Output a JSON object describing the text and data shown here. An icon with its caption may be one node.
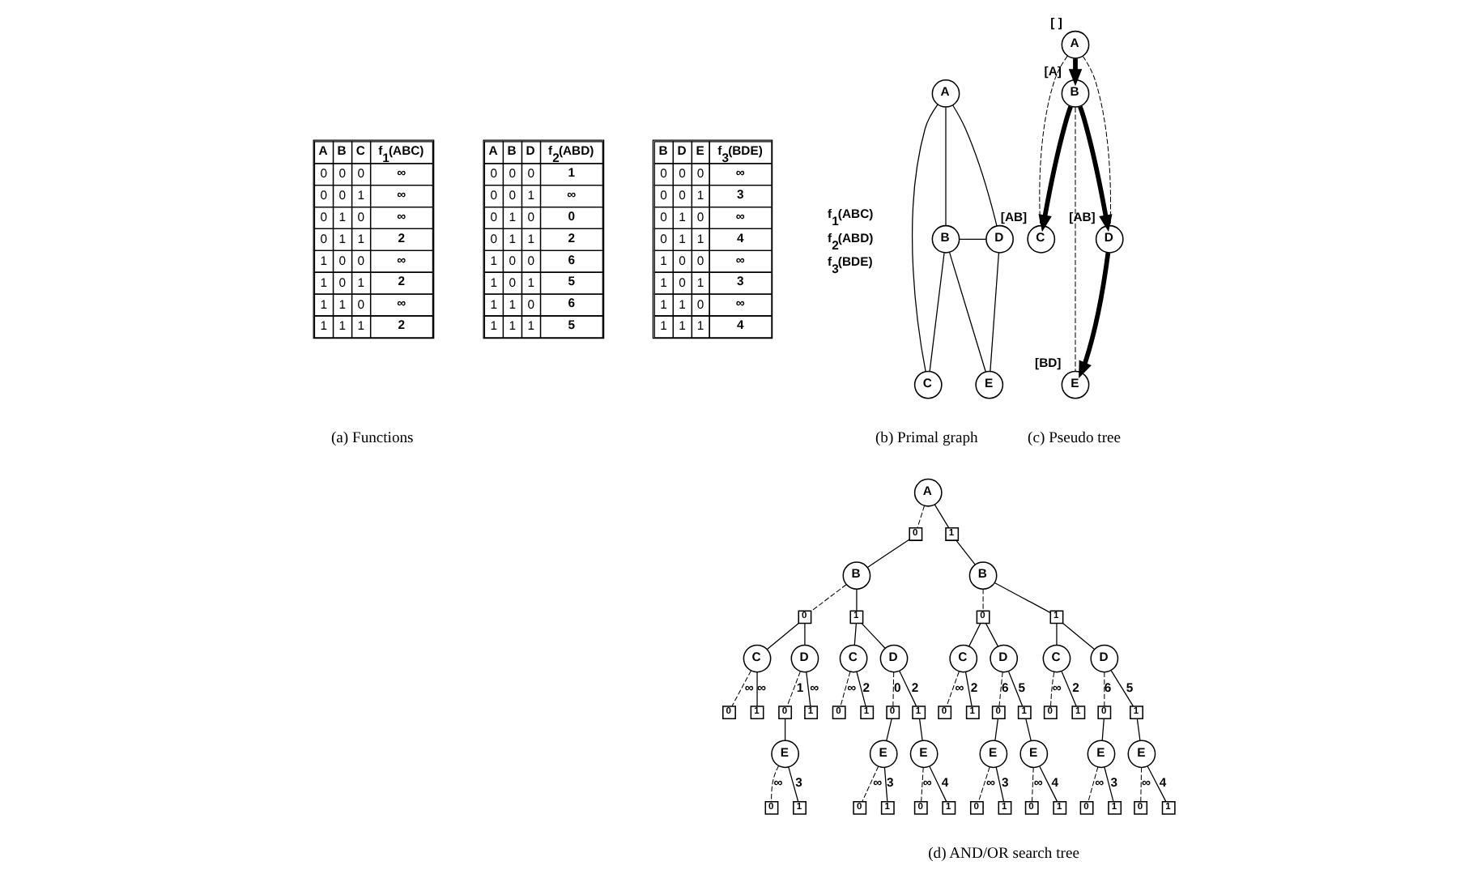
{
  "diagram": {
    "nodes": [
      {
        "text": [
          "A"
        ]
      },
      {
        "text": [
          "B"
        ]
      },
      {
        "text": [
          "D"
        ]
      },
      {
        "text": [
          "C"
        ]
      },
      {
        "text": [
          "E"
        ]
      },
      {
        "text": [
          "A"
        ],
        "beside": [
          "[ ]"
        ]
      },
      {
        "text": [
          "B"
        ],
        "beside": [
          "[A]"
        ]
      },
      {
        "text": [
          "C"
        ],
        "beside": [
          "[AB]"
        ]
      },
      {
        "text": [
          "D"
        ],
        "beside": [
          "[AB]"
        ]
      },
      {
        "text": [
          "E"
        ],
        "beside": [
          "[BD]"
        ]
      },
      {
        "text": [
          "A"
        ]
      },
      {
        "text": [
          "0"
        ]
      },
      {
        "text": [
          "1"
        ]
      },
      {
        "text": [
          "B"
        ]
      },
      {
        "text": [
          "0"
        ]
      },
      {
        "text": [
          "1"
        ]
      },
      {
        "text": [
          "C"
        ]
      },
      {
        "text": [
          "D"
        ]
      },
      {
        "text": [
          "0"
        ]
      },
      {
        "text": [
          "1"
        ]
      },
      {
        "text": [
          "0"
        ]
      },
      {
        "text": [
          "1"
        ]
      },
      {
        "text": [
          "E"
        ]
      },
      {
        "text": [
          "0"
        ]
      },
      {
        "text": [
          "1"
        ]
      },
      {
        "text": [
          "C"
        ]
      },
      {
        "text": [
          "D"
        ]
      },
      {
        "text": [
          "0"
        ]
      },
      {
        "text": [
          "1"
        ]
      },
      {
        "text": [
          "0"
        ]
      },
      {
        "text": [
          "1"
        ]
      },
      {
        "text": [
          "E"
        ]
      },
      {
        "text": [
          "0"
        ]
      },
      {
        "text": [
          "1"
        ]
      },
      {
        "text": [
          "E"
        ]
      },
      {
        "text": [
          "0"
        ]
      },
      {
        "text": [
          "1"
        ]
      },
      {
        "text": [
          "B"
        ]
      },
      {
        "text": [
          "0"
        ]
      },
      {
        "text": [
          "1"
        ]
      },
      {
        "text": [
          "C"
        ]
      },
      {
        "text": [
          "D"
        ]
      },
      {
        "text": [
          "0"
        ]
      },
      {
        "text": [
          "1"
        ]
      },
      {
        "text": [
          "0"
        ]
      },
      {
        "text": [
          "1"
        ]
      },
      {
        "text": [
          "E"
        ]
      },
      {
        "text": [
          "0"
        ]
      },
      {
        "text": [
          "1"
        ]
      },
      {
        "text": [
          "E"
        ]
      },
      {
        "text": [
          "0"
        ]
      },
      {
        "text": [
          "1"
        ]
      },
      {
        "text": [
          "C"
        ]
      },
      {
        "text": [
          "D"
        ]
      },
      {
        "text": [
          "0"
        ]
      },
      {
        "text": [
          "1"
        ]
      },
      {
        "text": [
          "0"
        ]
      },
      {
        "text": [
          "1"
        ]
      },
      {
        "text": [
          "E"
        ]
      },
      {
        "text": [
          "0"
        ]
      },
      {
        "text": [
          "1"
        ]
      },
      {
        "text": [
          "E"
        ]
      },
      {
        "text": [
          "0"
        ]
      },
      {
        "text": [
          "1"
        ]
      }
    ],
    "edges": [
      {
        "from": 0,
        "to": 1,
        "arrow": "none"
      },
      {
        "from": 0,
        "to": 3,
        "arrow": "none"
      },
      {
        "from": 0,
        "to": 2,
        "arrow": "none"
      },
      {
        "from": 1,
        "to": 2,
        "arrow": "none"
      },
      {
        "from": 1,
        "to": 3,
        "arrow": "none"
      },
      {
        "from": 1,
        "to": 4,
        "arrow": "none"
      },
      {
        "from": 2,
        "to": 4,
        "arrow": "none"
      },
      {
        "from": 5,
        "to": 6,
        "arrow": "to",
        "style": "thick"
      },
      {
        "from": 6,
        "to": 7,
        "arrow": "to",
        "style": "thick"
      },
      {
        "from": 6,
        "to": 8,
        "arrow": "to",
        "style": "thick"
      },
      {
        "from": 8,
        "to": 9,
        "arrow": "to",
        "style": "thick"
      },
      {
        "from": 5,
        "to": 7,
        "arrow": "none",
        "style": "dashed"
      },
      {
        "from": 5,
        "to": 8,
        "arrow": "none",
        "style": "dashed"
      },
      {
        "from": 6,
        "to": 9,
        "arrow": "none",
        "style": "dashed"
      },
      {
        "from": 10,
        "to": 11,
        "arrow": "none",
        "style": "dashed"
      },
      {
        "from": 10,
        "to": 12,
        "arrow": "none"
      },
      {
        "from": 11,
        "to": 13,
        "arrow": "none"
      },
      {
        "from": 13,
        "to": 14,
        "arrow": "none",
        "style": "dashed"
      },
      {
        "from": 13,
        "to": 15,
        "arrow": "none"
      },
      {
        "from": 14,
        "to": 16,
        "arrow": "none"
      },
      {
        "from": 14,
        "to": 17,
        "arrow": "none"
      },
      {
        "from": 16,
        "to": 18,
        "label": "∞",
        "arrow": "none",
        "style": "dashed"
      },
      {
        "from": 16,
        "to": 19,
        "label": "∞",
        "arrow": "none"
      },
      {
        "from": 17,
        "to": 20,
        "label": "1",
        "arrow": "none",
        "style": "dashed"
      },
      {
        "from": 17,
        "to": 21,
        "label": "∞",
        "arrow": "none"
      },
      {
        "from": 20,
        "to": 22,
        "arrow": "none"
      },
      {
        "from": 22,
        "to": 23,
        "label": "∞",
        "arrow": "none",
        "style": "dashed"
      },
      {
        "from": 22,
        "to": 24,
        "label": "3",
        "arrow": "none"
      },
      {
        "from": 15,
        "to": 25,
        "arrow": "none"
      },
      {
        "from": 15,
        "to": 26,
        "arrow": "none"
      },
      {
        "from": 25,
        "to": 27,
        "label": "∞",
        "arrow": "none",
        "style": "dashed"
      },
      {
        "from": 25,
        "to": 28,
        "label": "2",
        "arrow": "none"
      },
      {
        "from": 26,
        "to": 29,
        "label": "0",
        "arrow": "none",
        "style": "dashed"
      },
      {
        "from": 26,
        "to": 30,
        "label": "2",
        "arrow": "none"
      },
      {
        "from": 29,
        "to": 31,
        "arrow": "none"
      },
      {
        "from": 31,
        "to": 32,
        "label": "∞",
        "arrow": "none",
        "style": "dashed"
      },
      {
        "from": 31,
        "to": 33,
        "label": "3",
        "arrow": "none"
      },
      {
        "from": 30,
        "to": 34,
        "arrow": "none"
      },
      {
        "from": 34,
        "to": 35,
        "label": "∞",
        "arrow": "none",
        "style": "dashed"
      },
      {
        "from": 34,
        "to": 36,
        "label": "4",
        "arrow": "none"
      },
      {
        "from": 12,
        "to": 37,
        "arrow": "none"
      },
      {
        "from": 37,
        "to": 38,
        "arrow": "none",
        "style": "dashed"
      },
      {
        "from": 37,
        "to": 39,
        "arrow": "none"
      },
      {
        "from": 38,
        "to": 40,
        "arrow": "none"
      },
      {
        "from": 38,
        "to": 41,
        "arrow": "none"
      },
      {
        "from": 40,
        "to": 42,
        "label": "∞",
        "arrow": "none",
        "style": "dashed"
      },
      {
        "from": 40,
        "to": 43,
        "label": "2",
        "arrow": "none"
      },
      {
        "from": 41,
        "to": 44,
        "label": "6",
        "arrow": "none",
        "style": "dashed"
      },
      {
        "from": 41,
        "to": 45,
        "label": "5",
        "arrow": "none"
      },
      {
        "from": 44,
        "to": 46,
        "arrow": "none"
      },
      {
        "from": 46,
        "to": 47,
        "label": "∞",
        "arrow": "none",
        "style": "dashed"
      },
      {
        "from": 46,
        "to": 48,
        "label": "3",
        "arrow": "none"
      },
      {
        "from": 45,
        "to": 49,
        "arrow": "none"
      },
      {
        "from": 49,
        "to": 50,
        "label": "∞",
        "arrow": "none",
        "style": "dashed"
      },
      {
        "from": 49,
        "to": 51,
        "label": "4",
        "arrow": "none"
      },
      {
        "from": 39,
        "to": 52,
        "arrow": "none"
      },
      {
        "from": 39,
        "to": 53,
        "arrow": "none"
      },
      {
        "from": 52,
        "to": 54,
        "label": "∞",
        "arrow": "none",
        "style": "dashed"
      },
      {
        "from": 52,
        "to": 55,
        "label": "2",
        "arrow": "none"
      },
      {
        "from": 53,
        "to": 56,
        "label": "6",
        "arrow": "none",
        "style": "dashed"
      },
      {
        "from": 53,
        "to": 57,
        "label": "5",
        "arrow": "none"
      },
      {
        "from": 56,
        "to": 58,
        "arrow": "none"
      },
      {
        "from": 58,
        "to": 59,
        "label": "∞",
        "arrow": "none",
        "style": "dashed"
      },
      {
        "from": 58,
        "to": 60,
        "label": "3",
        "arrow": "none"
      },
      {
        "from": 57,
        "to": 61,
        "arrow": "none"
      },
      {
        "from": 61,
        "to": 62,
        "label": "∞",
        "arrow": "none",
        "style": "dashed"
      },
      {
        "from": 61,
        "to": 63,
        "label": "4",
        "arrow": "none"
      }
    ],
    "labels": [
      "A",
      "B",
      "C",
      "f$_{1}$(ABC)",
      "0",
      "0",
      "0",
      "∞",
      "0",
      "0",
      "1",
      "∞",
      "0",
      "1",
      "0",
      "∞",
      "0",
      "1",
      "1",
      "2",
      "1",
      "0",
      "0",
      "∞",
      "1",
      "0",
      "1",
      "2",
      "1",
      "1",
      "0",
      "∞",
      "1",
      "1",
      "1",
      "2",
      "A",
      "B",
      "D",
      "f$_{2}$(ABD)",
      "0",
      "0",
      "0",
      "1",
      "0",
      "0",
      "1",
      "∞",
      "0",
      "1",
      "0",
      "0",
      "0",
      "1",
      "1",
      "2",
      "1",
      "0",
      "0",
      "6",
      "1",
      "0",
      "1",
      "5",
      "1",
      "1",
      "0",
      "6",
      "1",
      "1",
      "1",
      "5",
      "B",
      "D",
      "E",
      "f$_{3}$(BDE)",
      "0",
      "0",
      "0",
      "∞",
      "0",
      "0",
      "1",
      "3",
      "0",
      "1",
      "0",
      "∞",
      "0",
      "1",
      "1",
      "4",
      "1",
      "0",
      "0",
      "∞",
      "1",
      "0",
      "1",
      "3",
      "1",
      "1",
      "0",
      "∞",
      "1",
      "1",
      "1",
      "4",
      "f$_{1}$(ABC)",
      "f$_{2}$(ABD)",
      "f$_{3}$(BDE)",
      "(a) Functions",
      "(b) Primal graph",
      "(c) Pseudo tree",
      "(d) AND/OR search tree"
    ]
  }
}
